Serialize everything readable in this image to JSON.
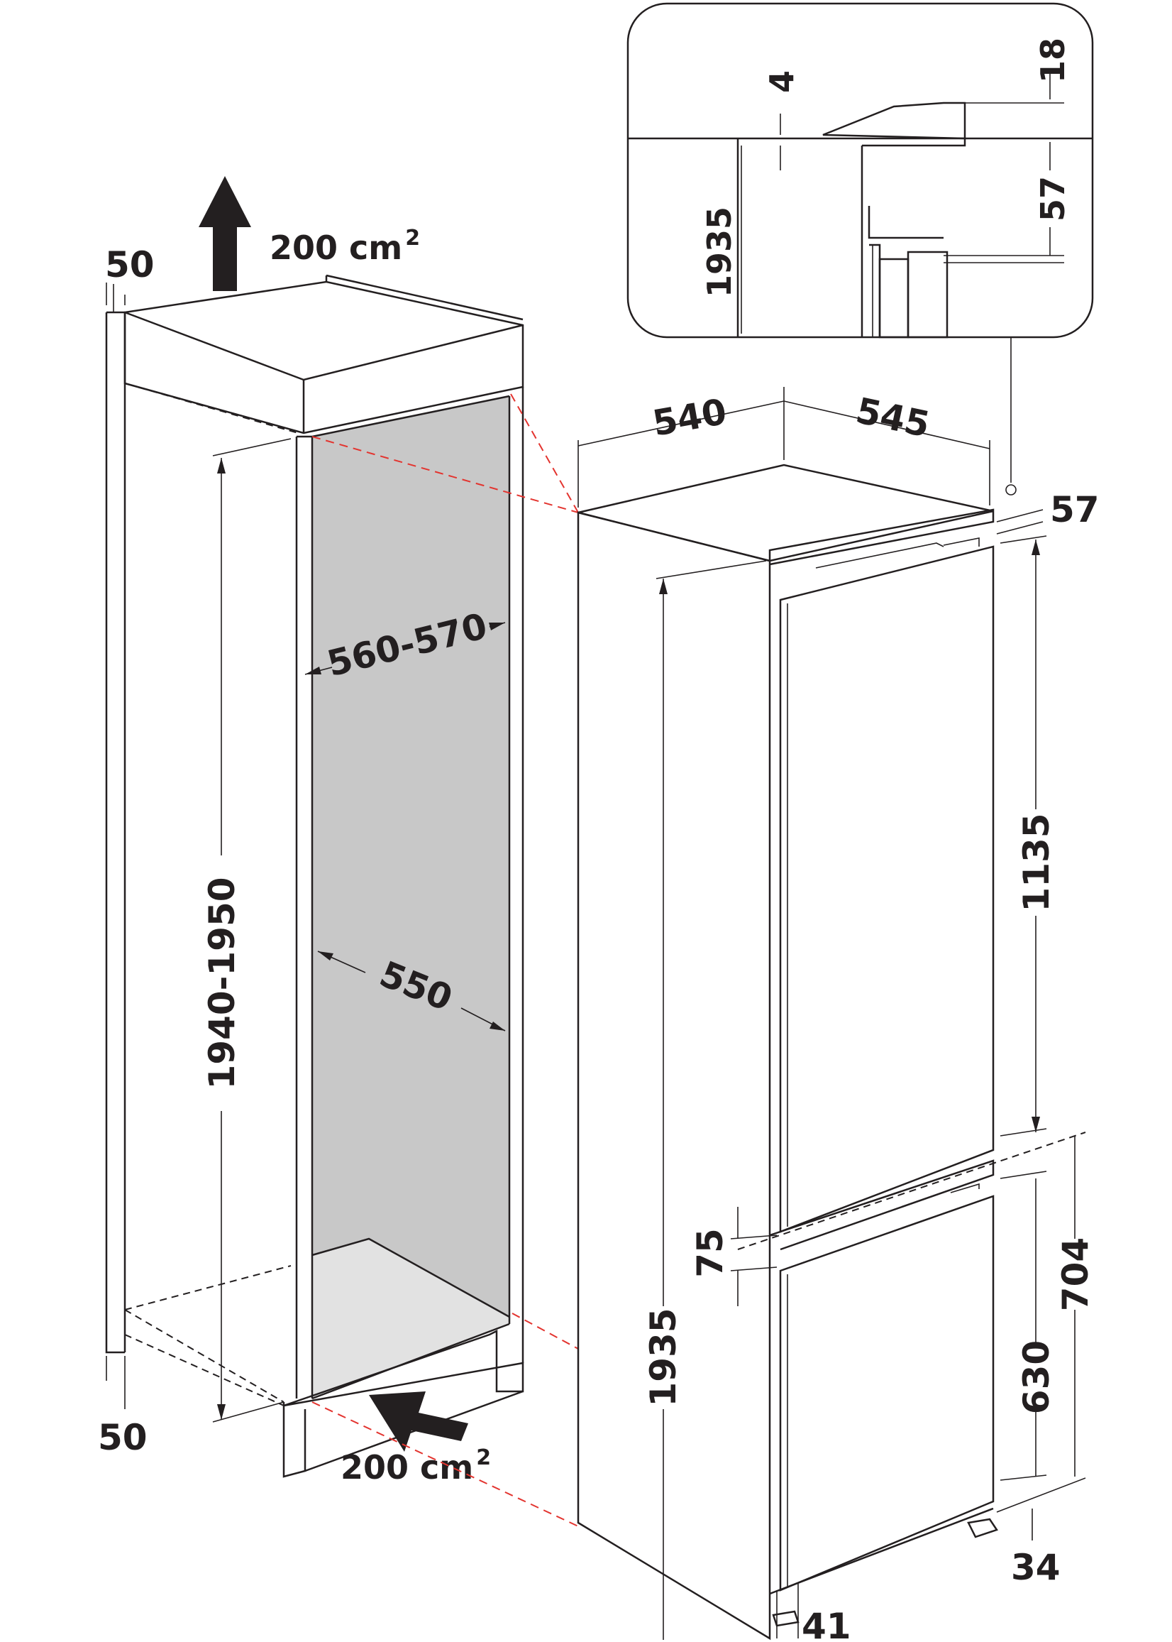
{
  "colors": {
    "line": "#231f20",
    "red_guides": "#e3342f",
    "niche_interior": "#c8c8c8",
    "niche_floor": "#e2e2e2",
    "background": "#ffffff"
  },
  "icons": {
    "vent_top": "arrow-up-icon",
    "vent_bottom": "arrow-diagonal-icon"
  },
  "vent": {
    "top_value": "200",
    "top_unit": "cm",
    "bottom_value": "200",
    "bottom_unit": "cm",
    "sup": "2"
  },
  "niche": {
    "clearance_top": "50",
    "clearance_bottom": "50",
    "height": "1940-1950",
    "width": "560-570",
    "depth": "550"
  },
  "appliance": {
    "depth_540": "540",
    "width_545": "545",
    "top_57": "57",
    "height_1935": "1935",
    "upper_door": "1135",
    "gap_75": "75",
    "lower_630": "630",
    "lower_704": "704",
    "foot_34": "34",
    "foot_41": "41"
  },
  "detail": {
    "d18": "18",
    "d4": "4",
    "d1935": "1935",
    "d57": "57"
  }
}
